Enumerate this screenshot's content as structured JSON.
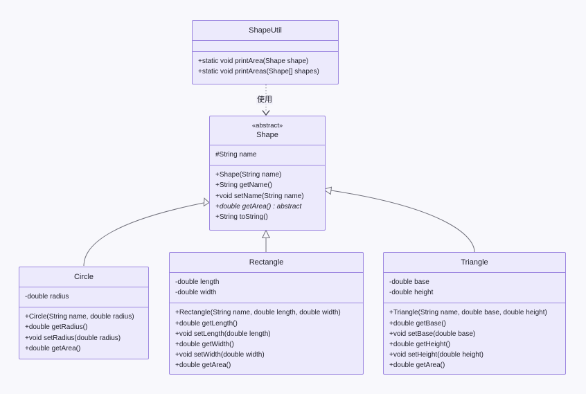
{
  "diagram": {
    "type": "uml-class-diagram",
    "background_color": "#f8f8fc",
    "box_fill_color": "#eceafc",
    "box_border_color": "#9c86e0",
    "line_color": "#6f6f7a",
    "classes": {
      "shapeutil": {
        "name": "ShapeUtil",
        "stereotype": "",
        "attributes": [],
        "methods": [
          "+static void printArea(Shape shape)",
          "+static void printAreas(Shape[] shapes)"
        ]
      },
      "shape": {
        "name": "Shape",
        "stereotype": "«abstract»",
        "attributes": [
          "#String name"
        ],
        "methods": [
          "+Shape(String name)",
          "+String getName()",
          "+void setName(String name)",
          "+double getArea() : abstract",
          "+String toString()"
        ],
        "italic_methods": [
          3
        ]
      },
      "circle": {
        "name": "Circle",
        "stereotype": "",
        "attributes": [
          "-double radius"
        ],
        "methods": [
          "+Circle(String name, double radius)",
          "+double getRadius()",
          "+void setRadius(double radius)",
          "+double getArea()"
        ]
      },
      "rectangle": {
        "name": "Rectangle",
        "stereotype": "",
        "attributes": [
          "-double length",
          "-double width"
        ],
        "methods": [
          "+Rectangle(String name, double length, double width)",
          "+double getLength()",
          "+void setLength(double length)",
          "+double getWidth()",
          "+void setWidth(double width)",
          "+double getArea()"
        ]
      },
      "triangle": {
        "name": "Triangle",
        "stereotype": "",
        "attributes": [
          "-double base",
          "-double height"
        ],
        "methods": [
          "+Triangle(String name, double base, double height)",
          "+double getBase()",
          "+void setBase(double base)",
          "+double getHeight()",
          "+void setHeight(double height)",
          "+double getArea()"
        ]
      }
    },
    "relationships": [
      {
        "id": "uses",
        "from": "ShapeUtil",
        "to": "Shape",
        "kind": "dependency",
        "style": "dotted",
        "label": "使用"
      },
      {
        "id": "circle-extends-shape",
        "from": "Circle",
        "to": "Shape",
        "kind": "generalization",
        "style": "solid",
        "label": ""
      },
      {
        "id": "rectangle-extends-shape",
        "from": "Rectangle",
        "to": "Shape",
        "kind": "generalization",
        "style": "solid",
        "label": ""
      },
      {
        "id": "triangle-extends-shape",
        "from": "Triangle",
        "to": "Shape",
        "kind": "generalization",
        "style": "solid",
        "label": ""
      }
    ]
  }
}
